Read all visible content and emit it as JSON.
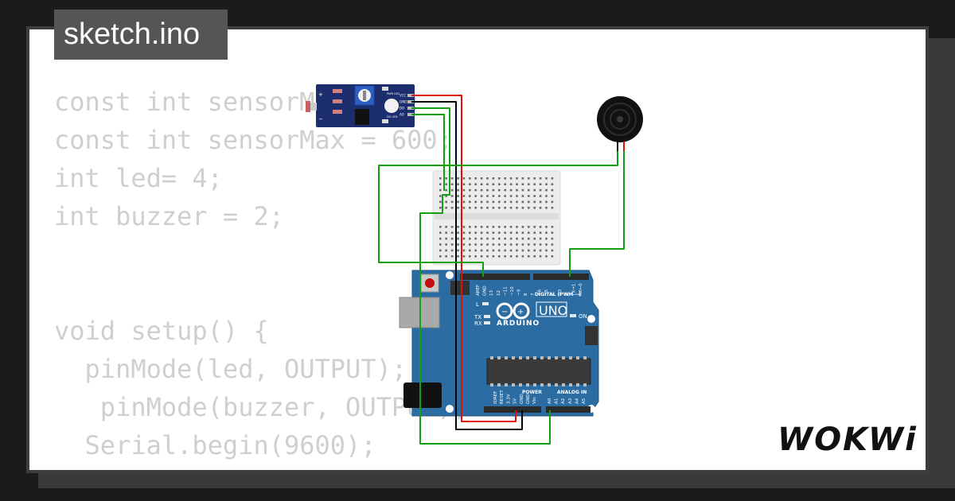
{
  "project": {
    "filename": "sketch.ino",
    "brand": "WOKWi",
    "accent_color": "#2b6ca3"
  },
  "code_lines": [
    "const int sensorMin = 0;",
    "const int sensorMax = 600;",
    "int led= 4;",
    "int buzzer = 2;",
    "",
    "",
    "void setup() {",
    "  pinMode(led, OUTPUT);",
    "   pinMode(buzzer, OUTPUT);",
    "  Serial.begin(9600);",
    "}"
  ],
  "sensor_module": {
    "pins": [
      "VCC",
      "GND",
      "DO",
      "AO"
    ],
    "leds": [
      "PWR LED",
      "DO LED"
    ]
  },
  "arduino": {
    "model": "UNO",
    "brand": "ARDUINO",
    "digital_header": "DIGITAL (PWM ~)",
    "power_header": "POWER",
    "analog_header": "ANALOG IN",
    "top_pins": [
      "AREF",
      "GND",
      "13",
      "12",
      "~11",
      "~10",
      "~9",
      "8",
      "7",
      "~6",
      "~5",
      "4",
      "~3",
      "2",
      "TX→1",
      "RX←0"
    ],
    "power_pins": [
      "IOREF",
      "RESET",
      "3.3V",
      "5V",
      "GND",
      "GND",
      "Vin"
    ],
    "analog_pins": [
      "A0",
      "A1",
      "A2",
      "A3",
      "A4",
      "A5"
    ],
    "indicator_labels": [
      "L",
      "TX",
      "RX",
      "ON"
    ]
  },
  "buzzer": {
    "color": "#111111"
  },
  "wire_colors": {
    "red": "#e01010",
    "black": "#000000",
    "green": "#10a010"
  }
}
